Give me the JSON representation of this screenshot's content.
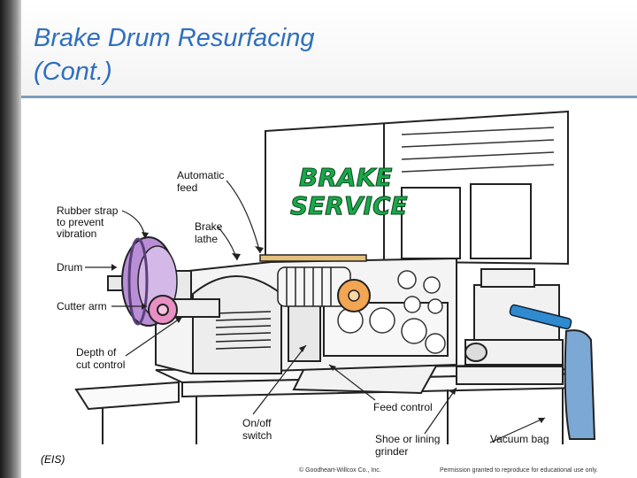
{
  "slide": {
    "title_line1": "Brake Drum Resurfacing",
    "title_line2": "(Cont.)",
    "credit": "(EIS)",
    "copyright": "© Goodheart-Willcox Co., Inc.",
    "permission": "Permission granted to reproduce for educational use only."
  },
  "figure": {
    "sign_line1": "BRAKE",
    "sign_line2": "SERVICE",
    "labels": {
      "automatic_feed": [
        "Automatic",
        "feed"
      ],
      "rubber_strap": [
        "Rubber strap",
        "to prevent",
        "vibration"
      ],
      "brake_lathe": [
        "Brake",
        "lathe"
      ],
      "drum": "Drum",
      "cutter_arm": "Cutter arm",
      "depth_control": [
        "Depth of",
        "cut control"
      ],
      "on_off_switch": [
        "On/off",
        "switch"
      ],
      "feed_control": "Feed control",
      "grinder": [
        "Shoe or lining",
        "grinder"
      ],
      "vacuum_bag": "Vacuum bag"
    },
    "colors": {
      "drum": "#b98ed6",
      "cutter_arm": "#e890c4",
      "cutting_head": "#f2a552",
      "grinder_handle": "#2f8ad0",
      "vacuum_bag": "#7ca8d6",
      "sign_text": "#1aa84a"
    }
  }
}
